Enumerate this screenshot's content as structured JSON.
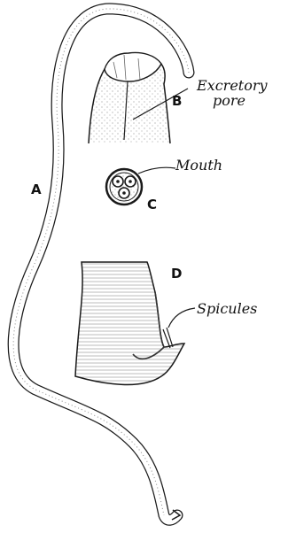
{
  "labels": {
    "a": "A",
    "b": "B",
    "c": "C",
    "d": "D",
    "excretory_pore_line1": "Excretory",
    "excretory_pore_line2": "pore",
    "mouth": "Mouth",
    "spicules": "Spicules"
  },
  "colors": {
    "ink": "#1a1a1a",
    "stipple": "#555555",
    "paper": "#ffffff"
  }
}
